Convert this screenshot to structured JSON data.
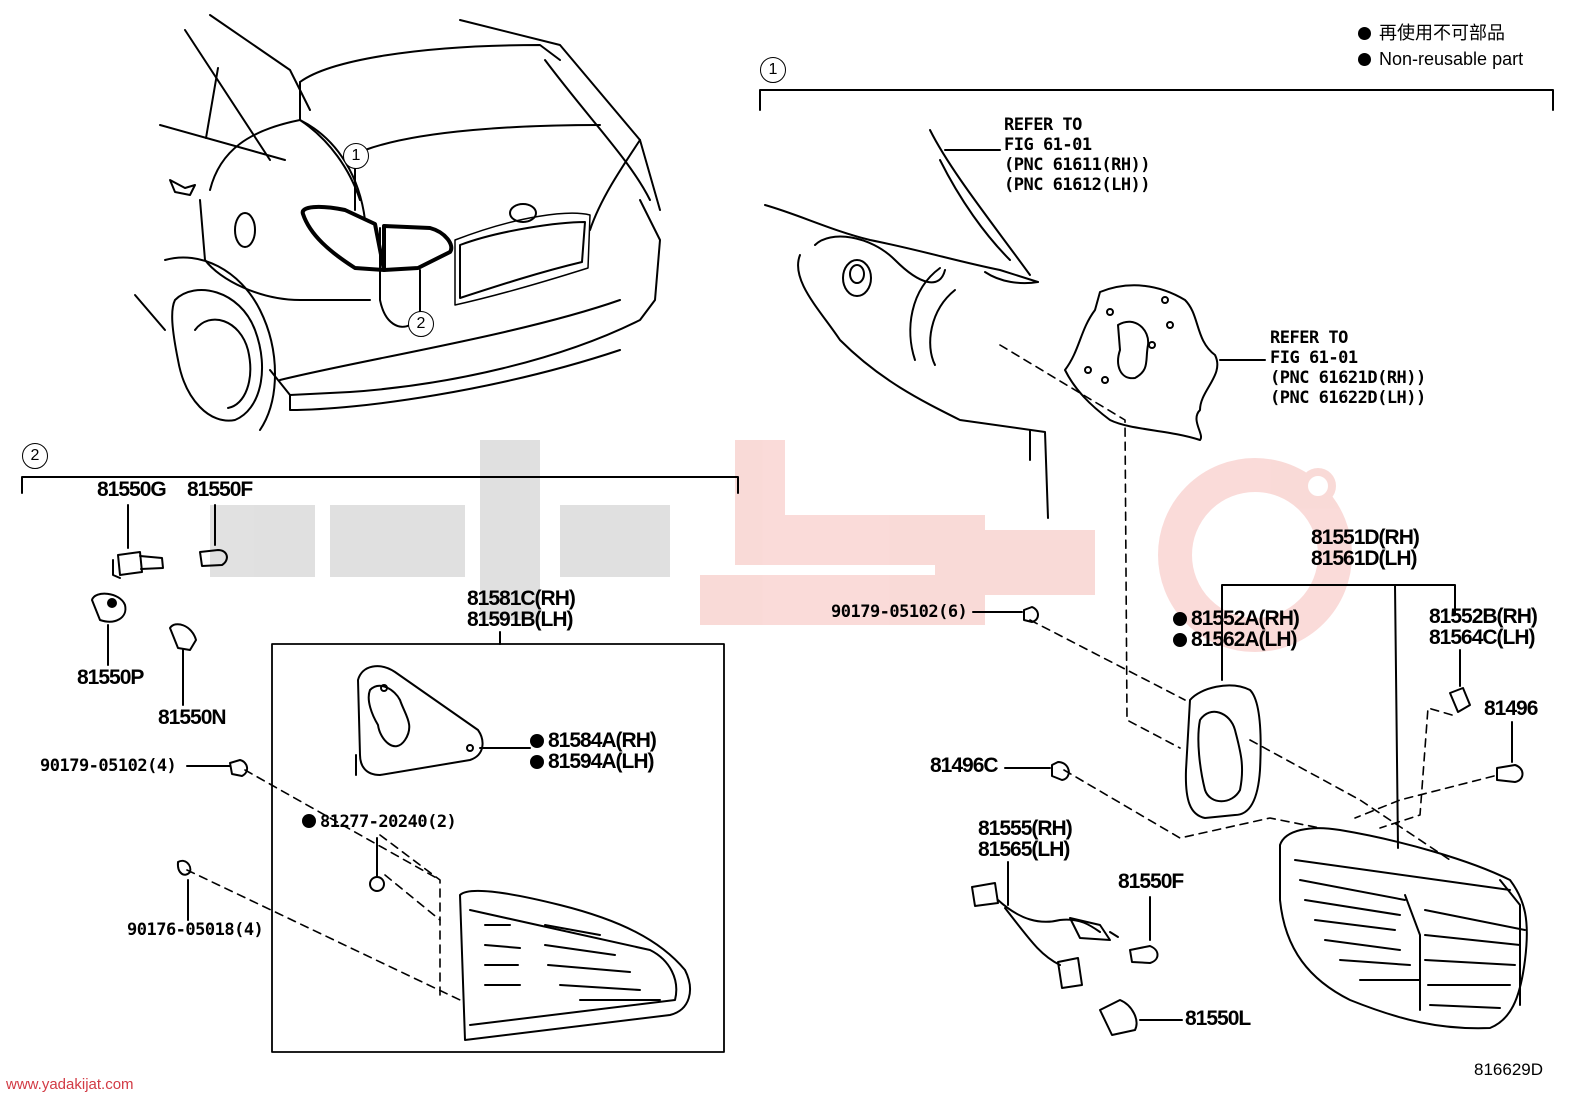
{
  "legend": {
    "line1": "再使用不可部品",
    "line2": "Non-reusable part"
  },
  "callouts": {
    "c1": "1",
    "c2": "2",
    "group1": "1",
    "group2": "2"
  },
  "refer_upper": [
    "REFER TO",
    "FIG 61-01",
    "(PNC 61611(RH))",
    "(PNC 61612(LH))"
  ],
  "refer_lower": [
    "REFER TO",
    "FIG 61-01",
    "(PNC 61621D(RH))",
    "(PNC 61622D(LH))"
  ],
  "parts": {
    "p81550G": "81550G",
    "p81550F_a": "81550F",
    "p81550P": "81550P",
    "p81550N": "81550N",
    "p90179_4": "90179-05102(4)",
    "p81277": "81277-20240(2)",
    "p90176": "90176-05018(4)",
    "p81581": [
      "81581C(RH)",
      "81591B(LH)"
    ],
    "p81584": [
      "81584A(RH)",
      "81594A(LH)"
    ],
    "p81551": [
      "81551D(RH)",
      "81561D(LH)"
    ],
    "p90179_6": "90179-05102(6)",
    "p81552A": [
      "81552A(RH)",
      "81562A(LH)"
    ],
    "p81552B": [
      "81552B(RH)",
      "81564C(LH)"
    ],
    "p81496": "81496",
    "p81496C": "81496C",
    "p81555": [
      "81555(RH)",
      "81565(LH)"
    ],
    "p81550F_b": "81550F",
    "p81550L": "81550L"
  },
  "figure_number": "816629D",
  "footer_url": "www.yadakijat.com"
}
